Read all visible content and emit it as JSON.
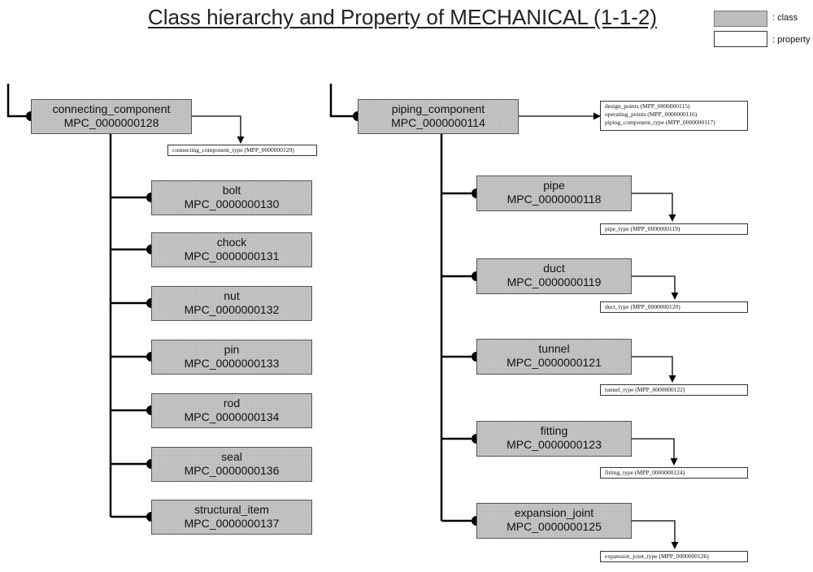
{
  "title": "Class hierarchy and Property of MECHANICAL (1-1-2)",
  "legend": {
    "class_label": ": class",
    "property_label": ": property"
  },
  "left_tree": {
    "root": {
      "name": "connecting_component",
      "code": "MPC_0000000128"
    },
    "root_property": "connecting_component_type (MPP_0000000129)",
    "children": [
      {
        "name": "bolt",
        "code": "MPC_0000000130"
      },
      {
        "name": "chock",
        "code": "MPC_0000000131"
      },
      {
        "name": "nut",
        "code": "MPC_0000000132"
      },
      {
        "name": "pin",
        "code": "MPC_0000000133"
      },
      {
        "name": "rod",
        "code": "MPC_0000000134"
      },
      {
        "name": "seal",
        "code": "MPC_0000000136"
      },
      {
        "name": "structural_item",
        "code": "MPC_0000000137"
      }
    ]
  },
  "right_tree": {
    "root": {
      "name": "piping_component",
      "code": "MPC_0000000114"
    },
    "root_properties": [
      "design_points (MPP_0000000115)",
      "operating_points (MPP_0000000116)",
      "piping_component_type (MPP_0000000117)"
    ],
    "children": [
      {
        "name": "pipe",
        "code": "MPC_0000000118",
        "property": "pipe_type (MPP_0000000119)"
      },
      {
        "name": "duct",
        "code": "MPC_0000000119",
        "property": "duct_type (MPP_0000000120)"
      },
      {
        "name": "tunnel",
        "code": "MPC_0000000121",
        "property": "tunnel_type (MPP_0000000122)"
      },
      {
        "name": "fitting",
        "code": "MPC_0000000123",
        "property": "fitting_type (MPP_0000000124)"
      },
      {
        "name": "expansion_joint",
        "code": "MPC_0000000125",
        "property": "expansion_joint_type (MPP_0000000126)"
      }
    ]
  }
}
